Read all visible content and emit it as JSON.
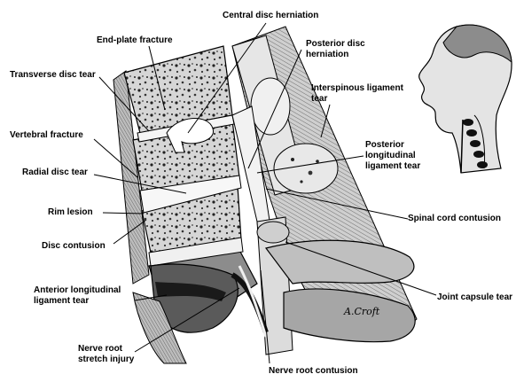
{
  "labels": {
    "central_disc_herniation": "Central disc herniation",
    "end_plate_fracture": "End-plate fracture",
    "posterior_disc_herniation": "Posterior disc herniation",
    "transverse_disc_tear": "Transverse disc tear",
    "interspinous_ligament_tear": "Interspinous ligament tear",
    "vertebral_fracture": "Vertebral fracture",
    "posterior_longitudinal_ligament_tear": "Posterior longitudinal ligament tear",
    "radial_disc_tear": "Radial disc tear",
    "rim_lesion": "Rim lesion",
    "spinal_cord_contusion": "Spinal cord contusion",
    "disc_contusion": "Disc contusion",
    "anterior_longitudinal_ligament_tear": "Anterior longitudinal ligament tear",
    "joint_capsule_tear": "Joint capsule tear",
    "nerve_root_stretch_injury": "Nerve root stretch injury",
    "nerve_root_contusion": "Nerve root contusion"
  },
  "signature": "A.Croft",
  "colors": {
    "bone": "#d9d9d9",
    "disc": "#f2f2f2",
    "ligament": "#9a9a9a",
    "dark": "#1a1a1a",
    "line": "#000000"
  }
}
